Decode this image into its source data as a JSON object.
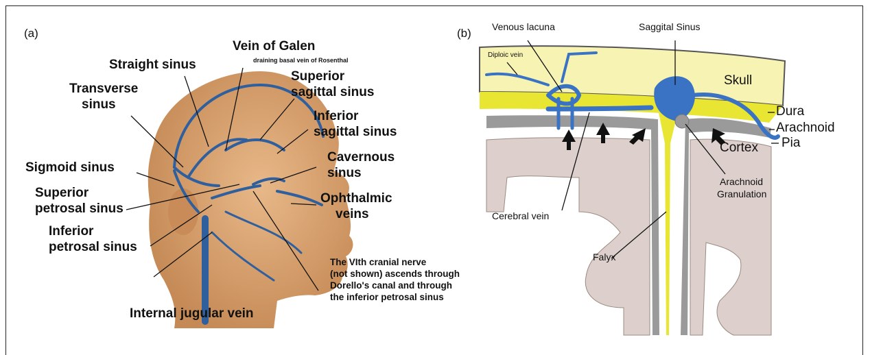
{
  "panel_a": {
    "tag": "(a)",
    "labels": {
      "vein_of_galen": "Vein of Galen",
      "basal_vein": "draining basal vein of Rosenthal",
      "straight_sinus": "Straight sinus",
      "transverse_1": "Transverse",
      "transverse_2": "sinus",
      "superior_sagittal_1": "Superior",
      "superior_sagittal_2": "sagittal sinus",
      "inferior_sagittal_1": "Inferior",
      "inferior_sagittal_2": "sagittal sinus",
      "cavernous_1": "Cavernous",
      "cavernous_2": "sinus",
      "sigmoid": "Sigmoid sinus",
      "superior_petrosal_1": "Superior",
      "superior_petrosal_2": "petrosal sinus",
      "ophthalmic_1": "Ophthalmic",
      "ophthalmic_2": "veins",
      "inferior_petrosal_1": "Inferior",
      "inferior_petrosal_2": "petrosal sinus",
      "internal_jugular": "Internal jugular vein"
    },
    "note": [
      "The VIth cranial nerve",
      "(not shown) ascends through",
      "Dorello's canal and through",
      "the inferior petrosal sinus"
    ]
  },
  "panel_b": {
    "tag": "(b)",
    "labels": {
      "venous_lacuna": "Venous lacuna",
      "saggital_sinus": "Saggital Sinus",
      "diploic_vein": "Diploic vein",
      "skull": "Skull",
      "dura": "Dura",
      "arachnoid": "Arachnoid",
      "pia": "Pia",
      "cortex": "Cortex",
      "arachnoid_granulation_1": "Arachnoid",
      "arachnoid_granulation_2": "Granulation",
      "cerebral_vein": "Cerebral vein",
      "falyx": "Falyx"
    }
  },
  "colors": {
    "vein_blue": "#3a72c4",
    "skull_yellow": "#f7f3b3",
    "dura_yellow": "#e8e632",
    "cortex_pink": "#ddd0cc",
    "arachnoid_gray": "#9a9a9a",
    "skin": "#d9a070"
  }
}
